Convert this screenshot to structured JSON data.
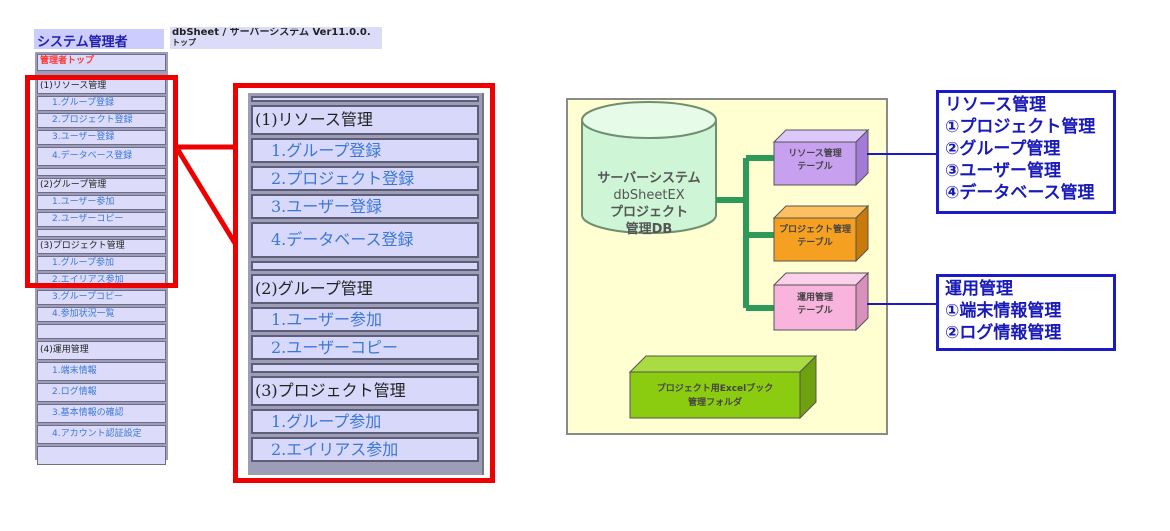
{
  "header": {
    "app_title": "システム管理者",
    "breadcrumb_line1": "dbSheet / サーバーシステム Ver11.0.0.",
    "breadcrumb_line2": "トップ"
  },
  "sidebar": {
    "top_link": "管理者トップ",
    "sections": [
      {
        "title": "(1)リソース管理",
        "items": [
          "1.グループ登録",
          "2.プロジェクト登録",
          "3.ユーザー登録",
          "4.データベース登録"
        ]
      },
      {
        "title": "(2)グループ管理",
        "items": [
          "1.ユーザー参加",
          "2.ユーザーコピー"
        ]
      },
      {
        "title": "(3)プロジェクト管理",
        "items": [
          "1.グループ参加",
          "2.エイリアス参加",
          "3.グループコピー",
          "4.参加状況一覧"
        ]
      },
      {
        "title": "(4)運用管理",
        "items": [
          "1.端末情報",
          "2.ログ情報",
          "3.基本情報の確認",
          "4.アカウント認証設定"
        ]
      }
    ]
  },
  "zoomed_panel": {
    "sections": [
      {
        "title": "(1)リソース管理",
        "items": [
          "1.グループ登録",
          "2.プロジェクト登録",
          "3.ユーザー登録",
          "4.データベース登録"
        ]
      },
      {
        "title": "(2)グループ管理",
        "items": [
          "1.ユーザー参加",
          "2.ユーザーコピー"
        ]
      },
      {
        "title": "(3)プロジェクト管理",
        "items": [
          "1.グループ参加",
          "2.エイリアス参加"
        ]
      }
    ]
  },
  "diagram": {
    "database": {
      "line1": "サーバーシステム",
      "line2": "dbSheetEX",
      "line3": "プロジェクト",
      "line4": "管理DB"
    },
    "tables": [
      {
        "line1": "リソース管理",
        "line2": "テーブル",
        "color": "#c8a0f0"
      },
      {
        "line1": "プロジェクト管理",
        "line2": "テーブル",
        "color": "#f5a020"
      },
      {
        "line1": "運用管理",
        "line2": "テーブル",
        "color": "#f8b4dc"
      }
    ],
    "folder": {
      "line1": "プロジェクト用Excelブック",
      "line2": "管理フォルダ",
      "color": "#8ccc10"
    },
    "connector_color": "#2e9a5a"
  },
  "info_boxes": {
    "resource": {
      "title": "リソース管理",
      "items": [
        "①プロジェクト管理",
        "②グループ管理",
        "③ユーザー管理",
        "④データベース管理"
      ]
    },
    "operation": {
      "title": "運用管理",
      "items": [
        "①端末情報管理",
        "②ログ情報管理"
      ]
    }
  },
  "colors": {
    "highlight_red": "#ee0000",
    "link_blue": "#3a78d6",
    "nav_bg": "#dcdcfa",
    "info_blue": "#1a1ac8"
  }
}
